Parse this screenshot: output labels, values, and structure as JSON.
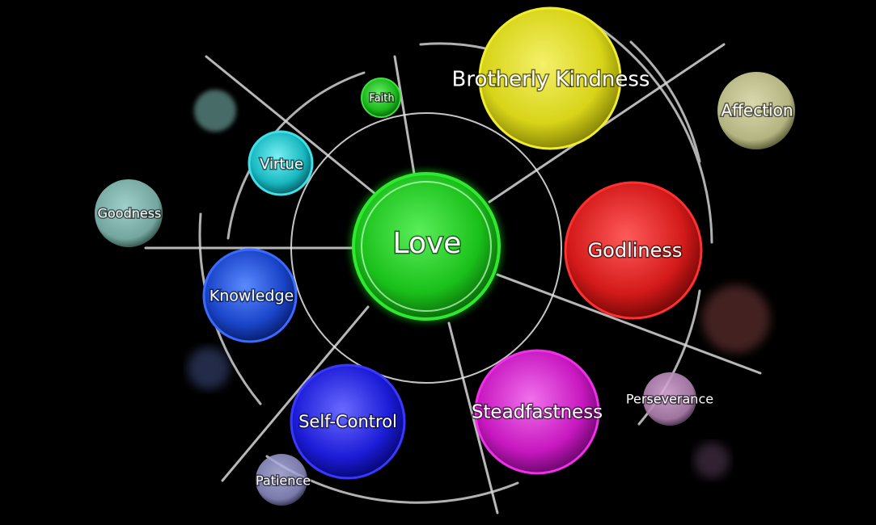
{
  "center": {
    "label": "Love",
    "color": "#1fc41f"
  },
  "nodes": [
    {
      "key": "brotherly-kindness",
      "label": "Brotherly Kindness",
      "color": "#e8e41a"
    },
    {
      "key": "godliness",
      "label": "Godliness",
      "color": "#e02222"
    },
    {
      "key": "steadfastness",
      "label": "Steadfastness",
      "color": "#d81cd0"
    },
    {
      "key": "self-control",
      "label": "Self-Control",
      "color": "#2222e0"
    },
    {
      "key": "knowledge",
      "label": "Knowledge",
      "color": "#1f4fd0"
    },
    {
      "key": "virtue",
      "label": "Virtue",
      "color": "#1fc0c8"
    },
    {
      "key": "faith",
      "label": "Faith",
      "color": "#1fb01f"
    }
  ],
  "outer_nodes": [
    {
      "key": "affection",
      "label": "Affection",
      "color": "#d8d8a0"
    },
    {
      "key": "perseverance",
      "label": "Perseverance",
      "color": "#c090c0"
    },
    {
      "key": "patience",
      "label": "Patience",
      "color": "#a0a0d8"
    },
    {
      "key": "goodness",
      "label": "Goodness",
      "color": "#90c8c0"
    }
  ],
  "decor_colors": {
    "teal": "#6aa39d",
    "brown": "#8a4a4a",
    "slate": "#4a5a8a",
    "mauve": "#6a4a6a"
  }
}
